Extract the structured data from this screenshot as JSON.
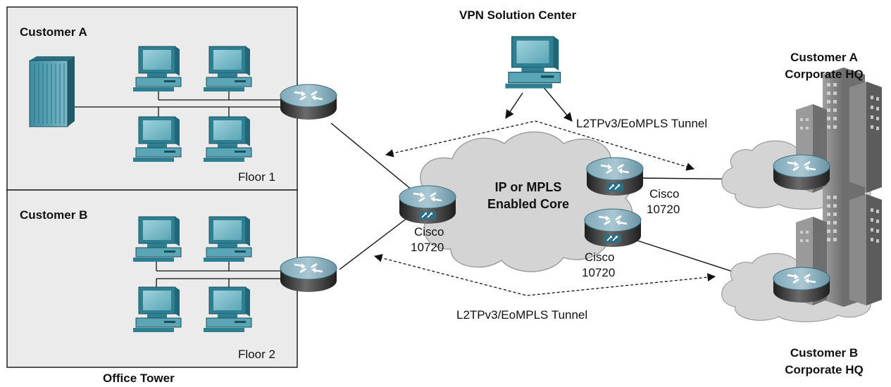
{
  "diagram": {
    "title_vpn": "VPN Solution Center",
    "office_tower": "Office Tower",
    "customer_a": "Customer A",
    "customer_b": "Customer B",
    "floor_1": "Floor 1",
    "floor_2": "Floor 2",
    "core_line1": "IP or MPLS",
    "core_line2": "Enabled Core",
    "cisco": "Cisco",
    "model": "10720",
    "tunnel_top": "L2TPv3/EoMPLS Tunnel",
    "tunnel_bottom": "L2TPv3/EoMPLS Tunnel",
    "hq_a_line1": "Customer A",
    "hq_a_line2": "Corporate HQ",
    "hq_b_line1": "Customer B",
    "hq_b_line2": "Corporate HQ"
  },
  "colors": {
    "panel_fill": "#ebebeb",
    "cloud_fill": "#d4d4d4",
    "computer_teal": "#3d8fa3",
    "router_top": "#6a9aab",
    "router_body": "#2e2e2e",
    "building": "#8a8a8a"
  },
  "icons": [
    "server-icon",
    "computer-icon",
    "router-icon",
    "cisco-10720-router-icon",
    "cloud-icon",
    "building-icon"
  ]
}
